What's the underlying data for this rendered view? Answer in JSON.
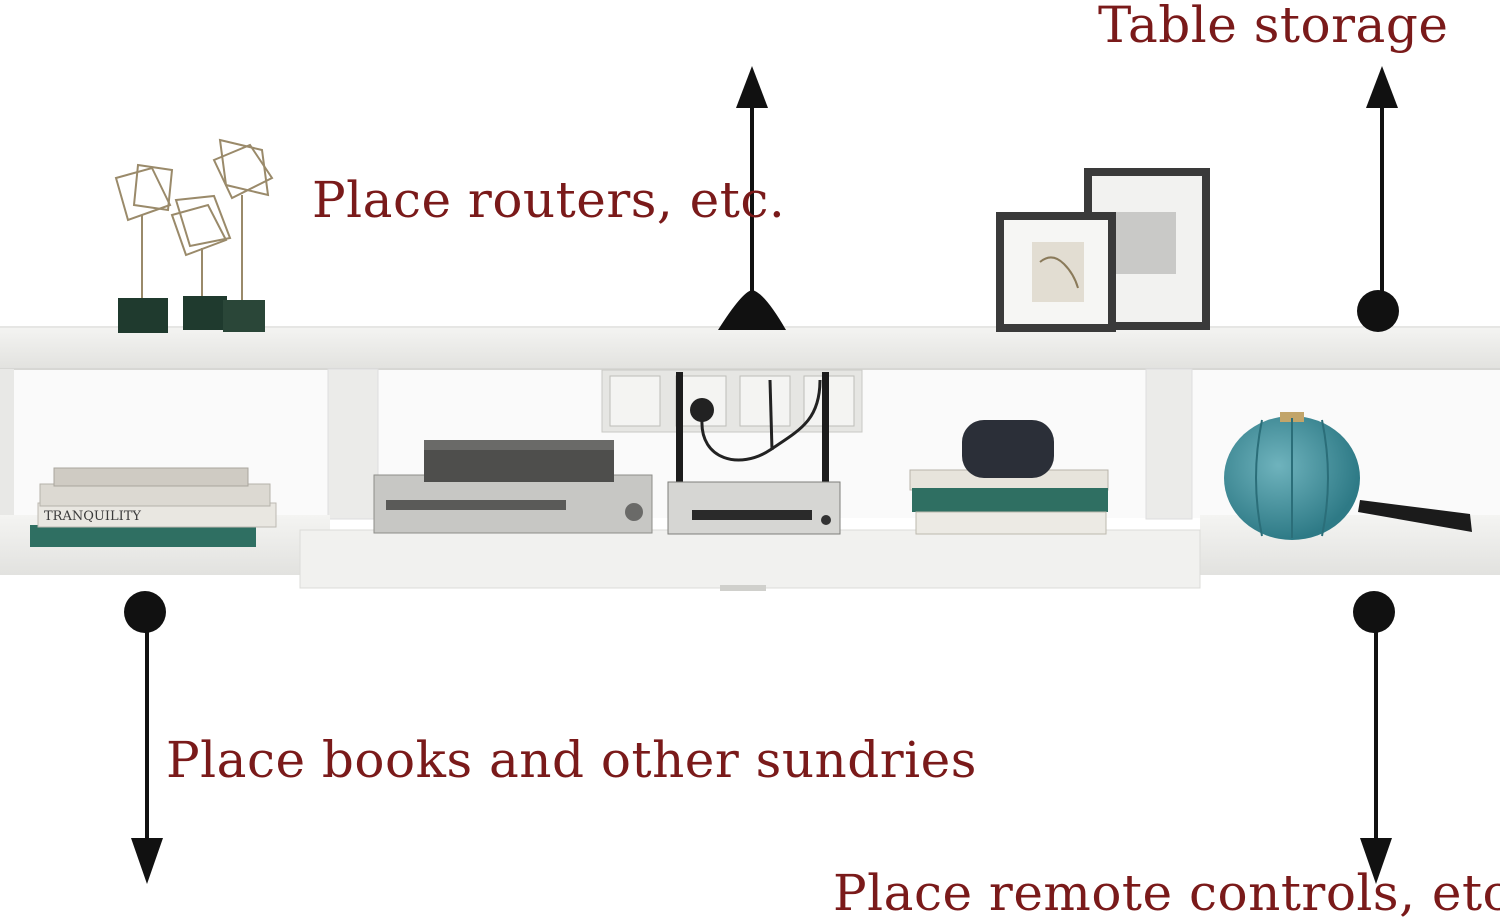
{
  "annotations": {
    "routers": "Place routers, etc.",
    "table_storage": "Table storage",
    "books": "Place books and other sundries",
    "remotes": "Place remote controls, etc."
  },
  "colors": {
    "label_text": "#7a1a1a",
    "arrow": "#111111",
    "shelf": "#eeeeec",
    "shelf_shadow": "#dcdcd9",
    "vase": "#3c8c98",
    "marble": "#1f3a2e"
  }
}
